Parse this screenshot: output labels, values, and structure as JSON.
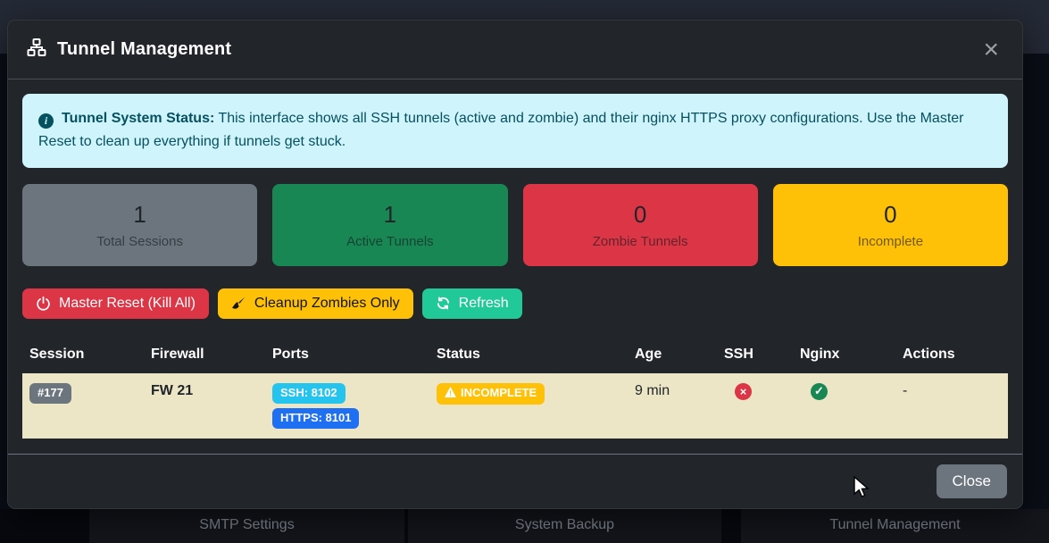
{
  "modal": {
    "title": "Tunnel Management",
    "close_icon": "×",
    "alert": {
      "bold": "Tunnel System Status:",
      "text": " This interface shows all SSH tunnels (active and zombie) and their nginx HTTPS proxy configurations. Use the Master Reset to clean up everything if tunnels get stuck."
    },
    "stats": [
      {
        "value": "1",
        "label": "Total Sessions",
        "color": "#6c757d"
      },
      {
        "value": "1",
        "label": "Active Tunnels",
        "color": "#198754"
      },
      {
        "value": "0",
        "label": "Zombie Tunnels",
        "color": "#dc3545"
      },
      {
        "value": "0",
        "label": "Incomplete",
        "color": "#ffc107"
      }
    ],
    "buttons": {
      "master_reset": "Master Reset (Kill All)",
      "cleanup": "Cleanup Zombies Only",
      "refresh": "Refresh"
    },
    "table": {
      "headers": [
        "Session",
        "Firewall",
        "Ports",
        "Status",
        "Age",
        "SSH",
        "Nginx",
        "Actions"
      ],
      "row": {
        "session_badge": "#177",
        "firewall": "FW 21",
        "ssh_port_badge": "SSH: 8102",
        "https_port_badge": "HTTPS: 8101",
        "status_badge": "INCOMPLETE",
        "age": "9 min",
        "ssh_state": "fail",
        "nginx_state": "ok",
        "actions": "-"
      }
    },
    "footer": {
      "close_label": "Close"
    }
  },
  "background": {
    "cards": [
      "SMTP Settings",
      "System Backup",
      "Tunnel Management"
    ]
  },
  "colors": {
    "danger": "#dc3545",
    "success": "#198754",
    "warning": "#ffc107",
    "secondary": "#6c757d",
    "teal": "#20c997",
    "info_badge": "#25c4ee",
    "primary_badge": "#1f6ff2",
    "alert_bg": "#cff4fc",
    "alert_text": "#055160",
    "row_bg": "#ece5c6"
  }
}
